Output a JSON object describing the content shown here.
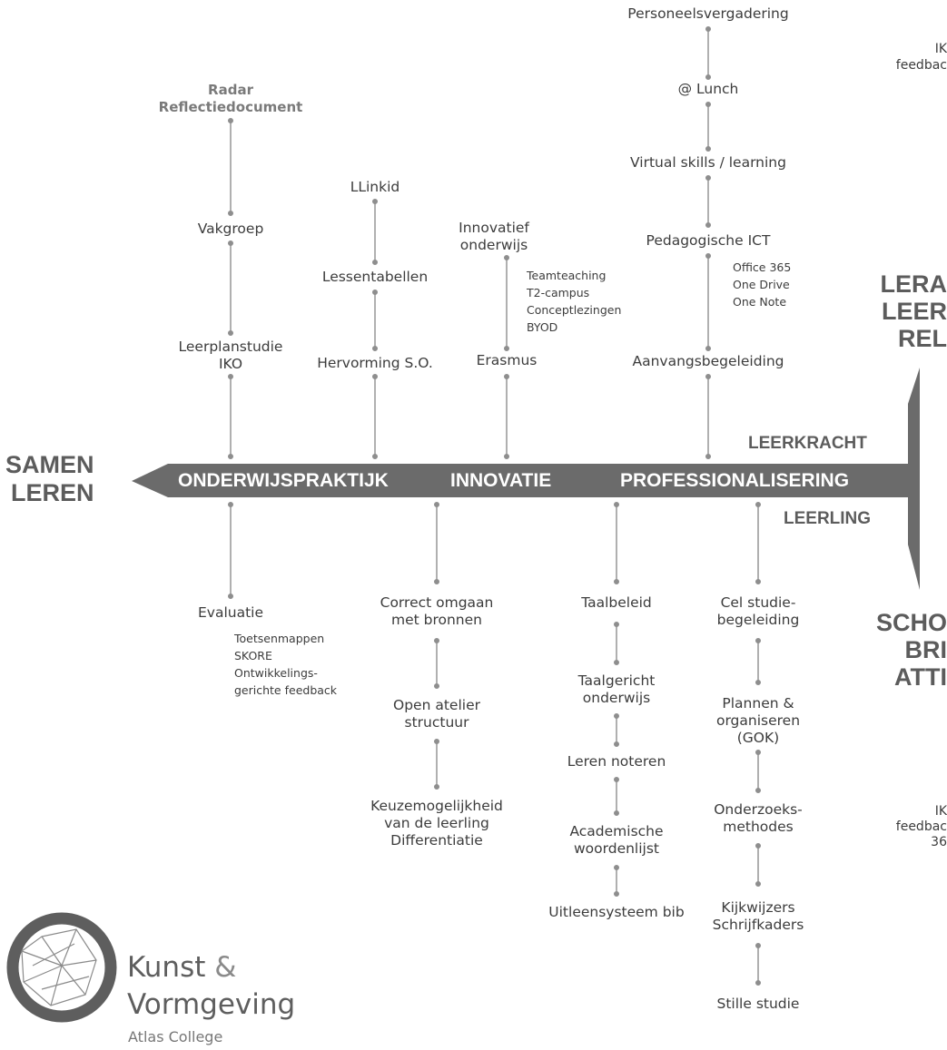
{
  "left_label": {
    "line1": "SAMEN",
    "line2": "LEREN"
  },
  "band_labels": {
    "a": "ONDERWIJSPRAKTIJK",
    "b": "INNOVATIE",
    "c": "PROFESSIONALISERING"
  },
  "side_labels": {
    "top": "LEERKRACHT",
    "bottom": "LEERLING"
  },
  "top": {
    "c1": {
      "radar": "Radar\nReflectiedocument",
      "vakgroep": "Vakgroep",
      "leerplan": "Leerplanstudie\nIKO"
    },
    "c2": {
      "llinkid": "LLinkid",
      "lessentabellen": "Lessentabellen",
      "hervorming": "Hervorming S.O."
    },
    "c3": {
      "innovatief": "Innovatief\nonderwijs",
      "detail": "Teamteaching\nT2-campus\nConceptlezingen\nBYOD",
      "erasmus": "Erasmus"
    },
    "c4": {
      "personeel": "Personeelsvergadering",
      "lunch": "@ Lunch",
      "virtual": "Virtual skills / learning",
      "pedagogische": "Pedagogische ICT",
      "detail": "Office 365\nOne Drive\nOne Note",
      "aanvang": "Aanvangsbegeleiding"
    }
  },
  "bottom": {
    "c1": {
      "evaluatie": "Evaluatie",
      "detail": "Toetsenmappen\nSKORE\nOntwikkelings-\ngerichte feedback"
    },
    "c2": {
      "correct": "Correct omgaan\nmet bronnen",
      "atelier": "Open atelier\nstructuur",
      "keuze": "Keuzemogelijkheid\nvan de leerling\nDifferentiatie"
    },
    "c3": {
      "taalbeleid": "Taalbeleid",
      "taalgericht": "Taalgericht\nonderwijs",
      "noteren": "Leren noteren",
      "academische": "Academische\nwoordenlijst",
      "uitleen": "Uitleensysteem bib"
    },
    "c4": {
      "cel": "Cel studie-\nbegeleiding",
      "plannen": "Plannen &\norganiseren\n(GOK)",
      "onderzoek": "Onderzoeks-\nmethodes",
      "kijk": "Kijkwijzers\nSchrijfkaders",
      "stille": "Stille studie"
    }
  },
  "right_partial": {
    "top_small": "IK\nfeedbac",
    "lera": "LERA\nLEER\nREL",
    "scho": "SCHO\nBRI\nATTI",
    "bottom_small": "IK\nfeedbac\n36"
  },
  "logo": {
    "line1": "Kunst",
    "amp": "&",
    "line2": "Vormgeving",
    "line3": "Atlas College"
  },
  "colors": {
    "band": "#6b6b6b",
    "line": "#8a8a8a",
    "text": "#3c3c3c",
    "heading": "#5c5c5c"
  }
}
